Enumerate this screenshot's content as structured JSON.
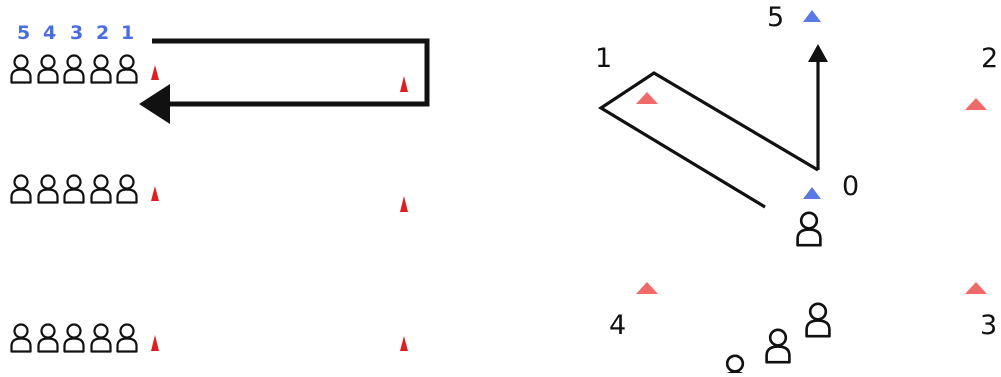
{
  "left_panel": {
    "queue_numbers": [
      "5",
      "4",
      "3",
      "2",
      "1"
    ],
    "rows": 3,
    "people_per_row": 5
  },
  "right_panel": {
    "cone_labels": {
      "c0": "0",
      "c1": "1",
      "c2": "2",
      "c3": "3",
      "c4": "4",
      "c5": "5"
    }
  },
  "colors": {
    "cone_red": "#e84040",
    "cone_pink": "#f06a6a",
    "cone_blue": "#5a78e6",
    "number_blue": "#4a6ee0",
    "ink": "#111111"
  },
  "icons": [
    "person-icon",
    "cone-icon",
    "arrow-icon"
  ]
}
